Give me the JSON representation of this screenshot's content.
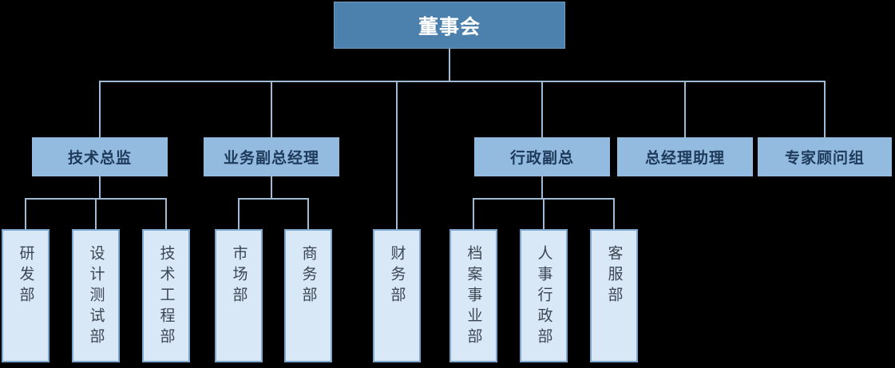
{
  "org_chart": {
    "root": {
      "label": "董事会"
    },
    "managers": [
      {
        "label": "技术总监",
        "departments": [
          "研发部",
          "设计测试部",
          "技术工程部"
        ]
      },
      {
        "label": "业务副总经理",
        "departments": [
          "市场部",
          "商务部"
        ]
      },
      {
        "label": "行政副总",
        "departments": [
          "档案事业部",
          "人事行政部",
          "客服部"
        ]
      },
      {
        "label": "总经理助理",
        "departments": []
      },
      {
        "label": "专家顾问组",
        "departments": []
      }
    ],
    "root_departments": [
      "财务部"
    ],
    "colors": {
      "background": "#000000",
      "root_fill": "#4d81ad",
      "root_text": "#ffffff",
      "manager_fill": "#93badf",
      "manager_text": "#1e3a5a",
      "department_fill": "#d9e8f7",
      "department_border": "#7da7cf",
      "department_text": "#3c4653",
      "connector_line": "#9fbad4"
    }
  }
}
